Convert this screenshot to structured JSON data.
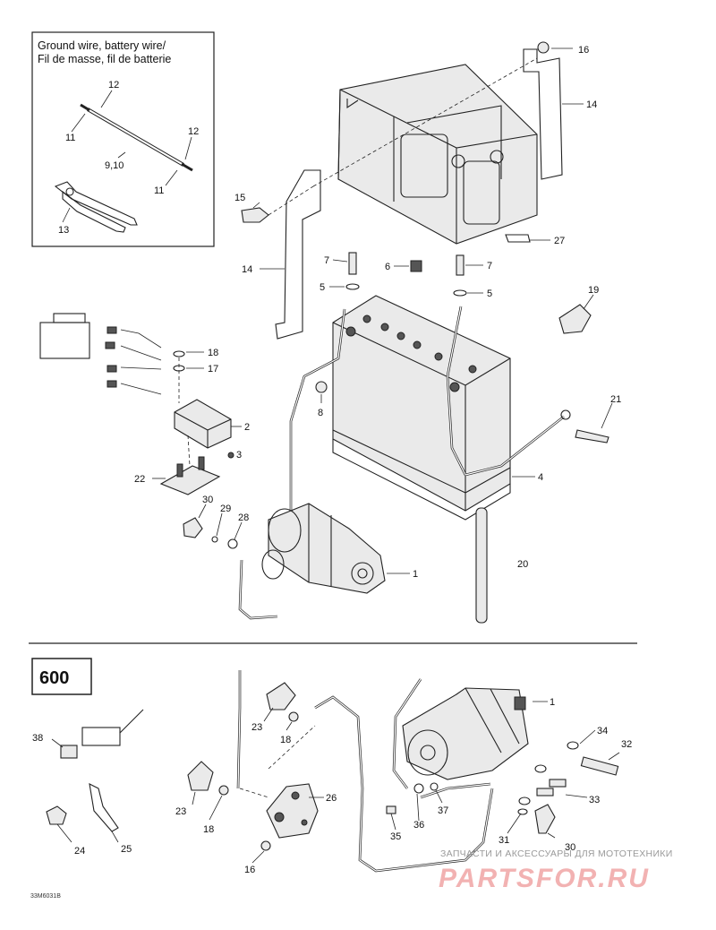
{
  "inset": {
    "title_line1": "Ground wire, battery wire/",
    "title_line2": "Fil de masse, fil de batterie",
    "callouts": [
      "12",
      "11",
      "12",
      "9,10",
      "11",
      "13"
    ]
  },
  "upper_callouts": [
    "16",
    "14",
    "15",
    "27",
    "14",
    "7",
    "6",
    "7",
    "5",
    "5",
    "19",
    "18",
    "17",
    "8",
    "21",
    "2",
    "3",
    "4",
    "22",
    "30",
    "29",
    "28",
    "1",
    "20"
  ],
  "section": {
    "number": "600"
  },
  "lower_callouts": [
    "1",
    "23",
    "18",
    "34",
    "32",
    "38",
    "23",
    "26",
    "33",
    "18",
    "37",
    "36",
    "35",
    "31",
    "24",
    "25",
    "16",
    "30"
  ],
  "drawing_code": "33M6031B",
  "watermark": {
    "caption": "ЗАПЧАСТИ И АКСЕССУАРЫ ДЛЯ МОТОТЕХНИКИ",
    "logo": "PARTSFOR.RU"
  }
}
